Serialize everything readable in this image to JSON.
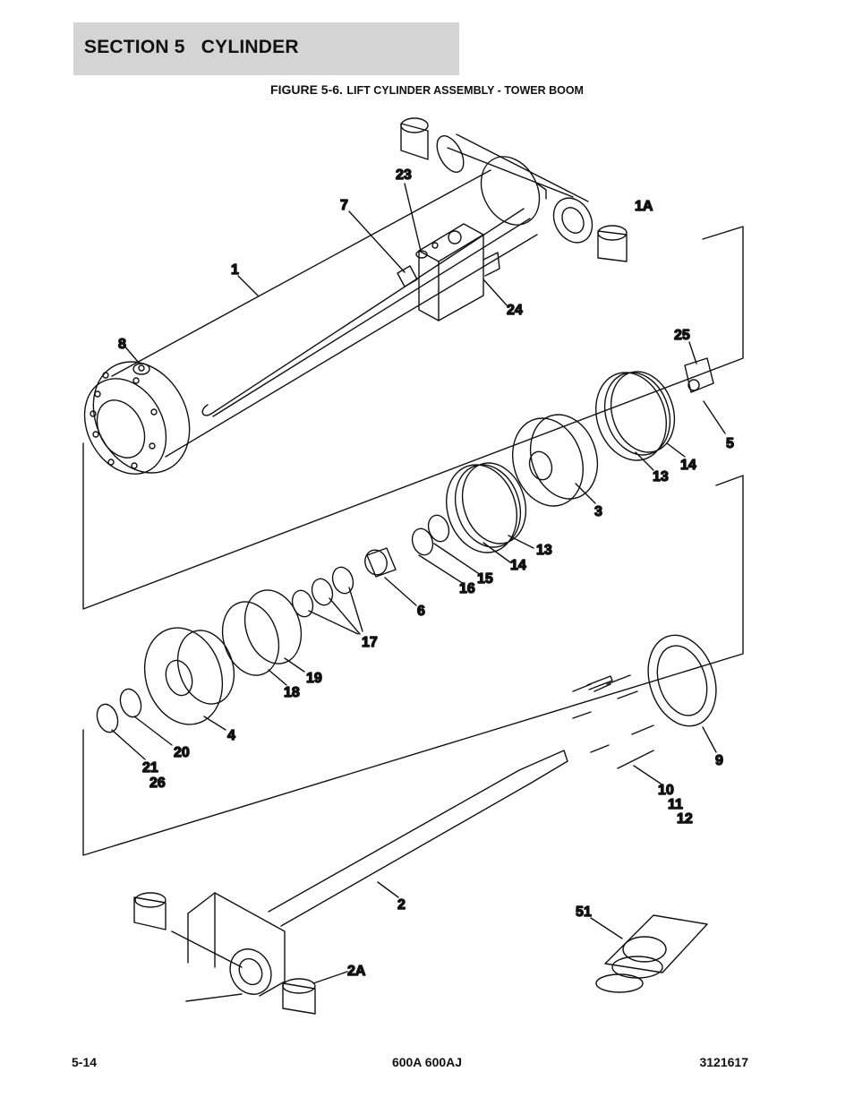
{
  "header": {
    "section_title": "SECTION 5   CYLINDER"
  },
  "figure": {
    "number": "FIGURE 5-6.",
    "title": "LIFT CYLINDER ASSEMBLY - TOWER BOOM"
  },
  "callouts": {
    "c1": "1",
    "c1A": "1A",
    "c2": "2",
    "c2A": "2A",
    "c3": "3",
    "c4": "4",
    "c5": "5",
    "c6": "6",
    "c7": "7",
    "c8": "8",
    "c9": "9",
    "c10": "10",
    "c11": "11",
    "c12": "12",
    "c13a": "13",
    "c13b": "13",
    "c14a": "14",
    "c14b": "14",
    "c15": "15",
    "c16": "16",
    "c17": "17",
    "c18": "18",
    "c19": "19",
    "c20": "20",
    "c21": "21",
    "c23": "23",
    "c24": "24",
    "c25": "25",
    "c26": "26",
    "c51": "51"
  },
  "footer": {
    "page_number": "5-14",
    "model": "600A 600AJ",
    "doc_number": "3121617"
  }
}
